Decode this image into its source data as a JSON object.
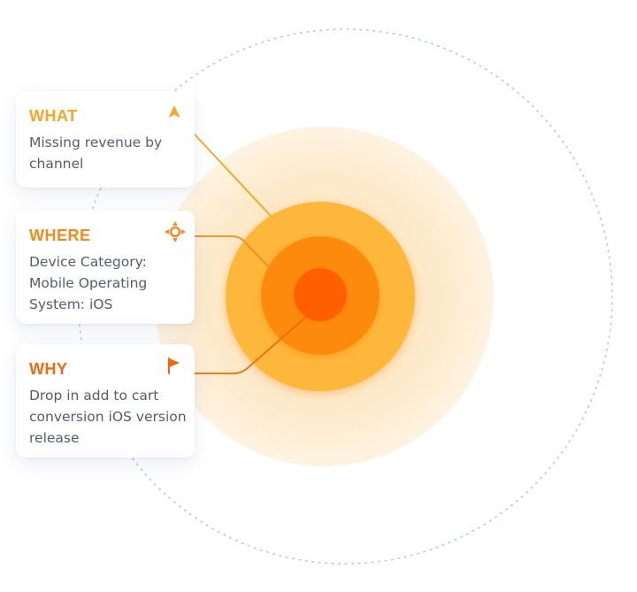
{
  "cards": [
    {
      "title": "WHAT",
      "text": "Missing revenue by channel",
      "color": "#f5a623",
      "icon": "arrowhead-icon"
    },
    {
      "title": "WHERE",
      "text": "Device Category: Mobile Operating System: iOS",
      "color": "#f28a1c",
      "icon": "crosshair-icon"
    },
    {
      "title": "WHY",
      "text": "Drop in add to cart conversion iOS version release",
      "color": "#ef6a0d",
      "icon": "flag-icon"
    }
  ],
  "colors": {
    "outer_glow": "#fde8c4",
    "ring_yellow": "#fdb83a",
    "ring_orange": "#fe8a10",
    "core": "#fe6100",
    "dotted_ring": "#b8c6e6"
  }
}
